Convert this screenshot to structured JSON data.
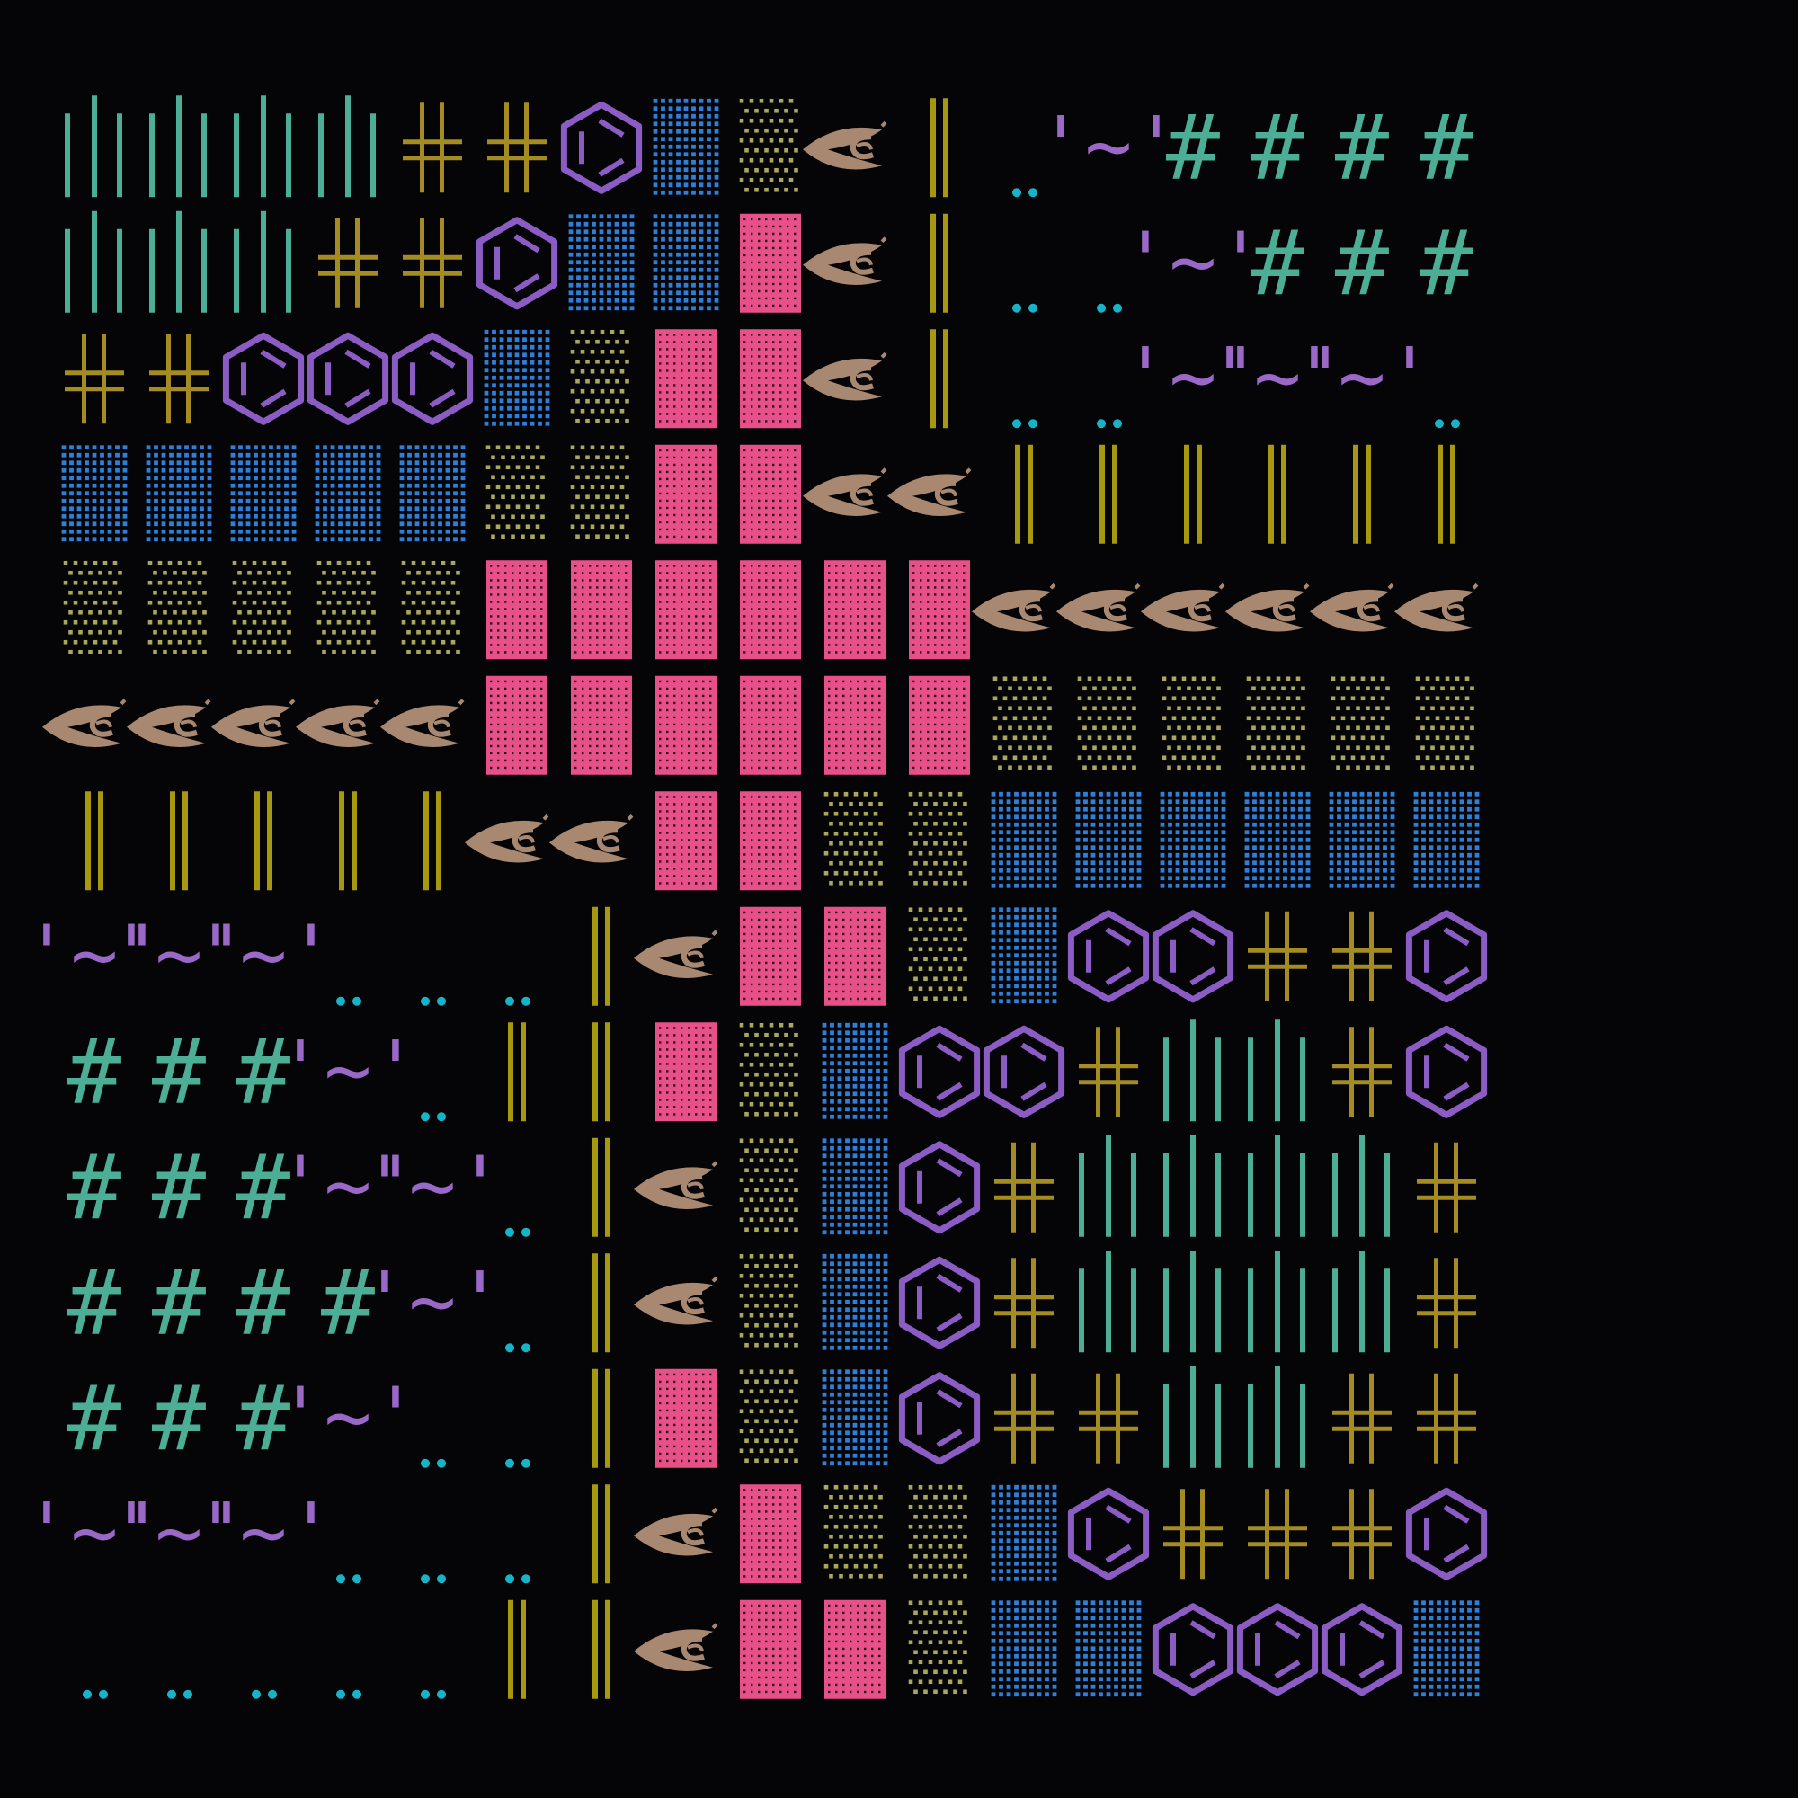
{
  "colors": {
    "background": "#050508",
    "bars": "#4cae95",
    "cross": "#a48b22",
    "hexagon": "#8b5cc4",
    "blue_dots": "#2f7fd8",
    "olive_dots": "#a9a75c",
    "pink_block": "#e8508a",
    "eye": "#a88870",
    "double_bar": "#a6980f",
    "cyan_dots": "#17b4c8",
    "tilde": "#9a68c6",
    "hash": "#4cae95"
  },
  "legend": {
    "B": "bars",
    "X": "cross",
    "H": "hexagon",
    "S": "blue-dots",
    "O": "olive-dots",
    "P": "pink-block",
    "E": "eye-glyph",
    "D": "double-bar",
    ".": "cyan-dots",
    "T": "tilde-glyph",
    "#": "hash-glyph",
    "_": "empty"
  },
  "grid": [
    "BBBBXXHSOED.T####",
    "BBBXXHSSPED..T###",
    "XXHHHSOPPED..TTT.",
    "SSSSSOOPPEEDDDDDD",
    "OOOOOPPPPPPEEEEEE",
    "EEEEEPPPPPPOOOOOO",
    "DDDDDEEPPOOSSSSSS",
    "TTT...DEPPOSHHXXH",
    "###T.DDPOSHHXBBXH",
    "###TT.DEOSHXBBBBX",
    "####T.DEOSHXBBBBX",
    "###T..DPOSHXXBBXX",
    "TTT...DEPOOSHXXXH",
    ".....DDEPPOSSHHHS"
  ]
}
